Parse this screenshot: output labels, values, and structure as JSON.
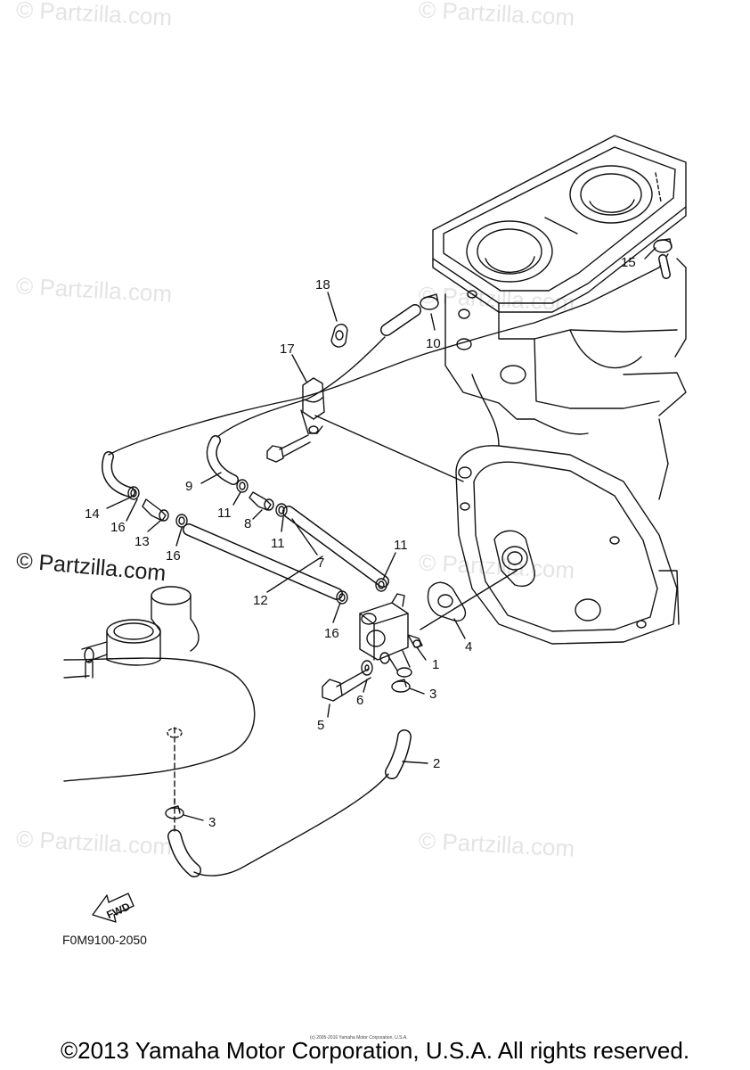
{
  "watermarks": {
    "faint": "© Partzilla.com",
    "strong": "© Partzilla.com"
  },
  "callouts": {
    "c1": "1",
    "c2": "2",
    "c3a": "3",
    "c3b": "3",
    "c4": "4",
    "c5": "5",
    "c6": "6",
    "c7": "7",
    "c8": "8",
    "c9": "9",
    "c10": "10",
    "c11a": "11",
    "c11b": "11",
    "c11c": "11",
    "c12": "12",
    "c13": "13",
    "c14": "14",
    "c15": "15",
    "c16a": "16",
    "c16b": "16",
    "c16c": "16",
    "c17": "17",
    "c18": "18"
  },
  "fwd_label": "FWD",
  "diagram_code": "F0M9100-2050",
  "small_copyright": "(c) 2005-2016 Yamaha Motor Corporation, U.S.A.",
  "copyright": "©2013 Yamaha Motor Corporation, U.S.A. All rights reserved.",
  "colors": {
    "line": "#111111",
    "watermark": "#e4e4e4"
  }
}
